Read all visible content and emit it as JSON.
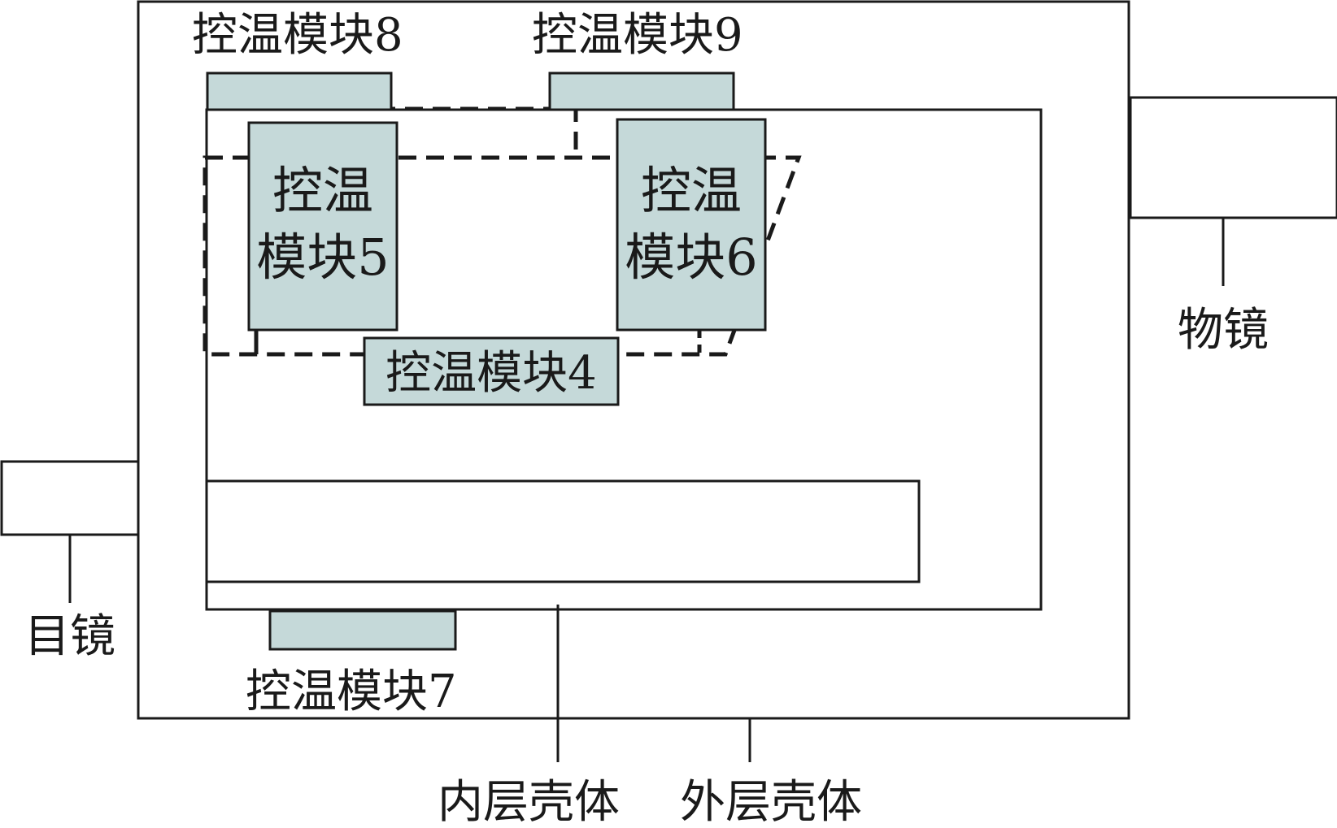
{
  "labels": {
    "module8": "控温模块8",
    "module9": "控温模块9",
    "module5_line1": "控温",
    "module5_line2": "模块5",
    "module6_line1": "控温",
    "module6_line2": "模块6",
    "module4": "控温模块4",
    "module7": "控温模块7",
    "objective": "物镜",
    "eyepiece": "目镜",
    "inner_shell": "内层壳体",
    "outer_shell": "外层壳体"
  },
  "colors": {
    "module_fill": "#c5d9d9",
    "stroke": "#1a1a1a",
    "background": "#ffffff"
  }
}
